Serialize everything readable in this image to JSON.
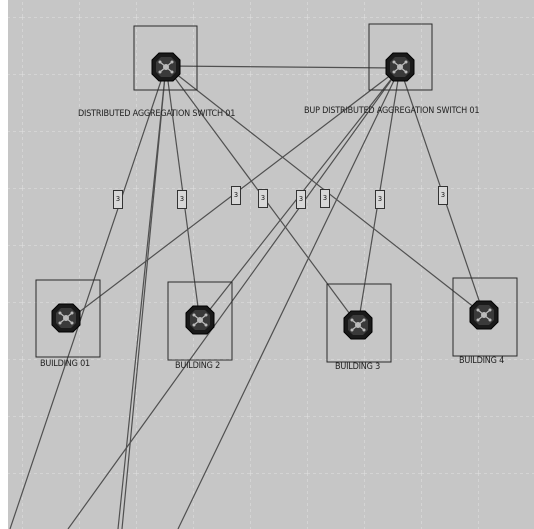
{
  "nodes": {
    "das01": {
      "label": "DISTRIBUTED AGGREGATION SWITCH 01",
      "icon": "switch-icon"
    },
    "bup01": {
      "label": "BUP DISTRIBUTED AGGREGATION SWITCH 01",
      "icon": "switch-icon"
    },
    "b1": {
      "label": "BUILDING 01",
      "icon": "switch-icon"
    },
    "b2": {
      "label": "BUILDING 2",
      "icon": "switch-icon"
    },
    "b3": {
      "label": "BUILDING 3",
      "icon": "switch-icon"
    },
    "b4": {
      "label": "BUILDING 4",
      "icon": "switch-icon"
    }
  },
  "link_badge_text": "3",
  "colors": {
    "canvas": "#c6c6c6",
    "grid": "#e0e0e0",
    "link": "#505050",
    "node_border": "#2a2a2a",
    "icon_fill": "#1a1a1a"
  }
}
